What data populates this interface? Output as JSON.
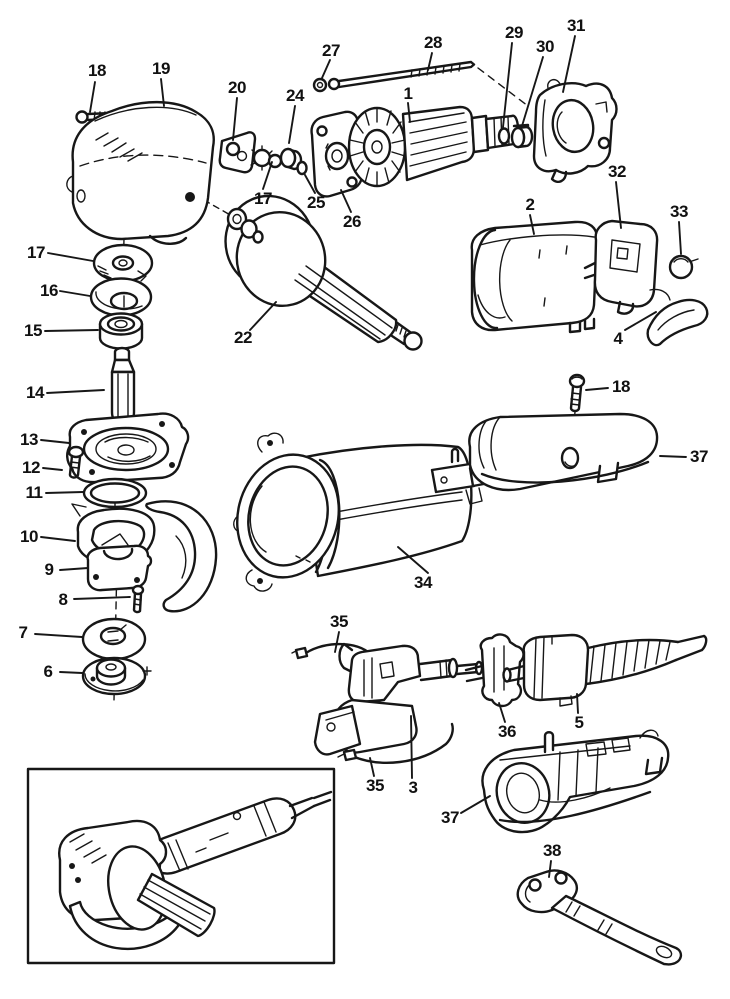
{
  "figure": {
    "type": "exploded-parts-diagram",
    "subject": "angle grinder parts diagram",
    "ink_color": "#171717",
    "paper_color": "#ffffff",
    "part_numbers_visible": [
      "1",
      "2",
      "3",
      "4",
      "5",
      "6",
      "7",
      "8",
      "9",
      "10",
      "11",
      "12",
      "13",
      "14",
      "15",
      "16",
      "17",
      "18",
      "19",
      "20",
      "22",
      "24",
      "25",
      "26",
      "27",
      "28",
      "29",
      "30",
      "31",
      "32",
      "33",
      "34",
      "35",
      "36",
      "37",
      "38"
    ]
  },
  "labels": [
    {
      "text": "18"
    },
    {
      "text": "19"
    },
    {
      "text": "20"
    },
    {
      "text": "24"
    },
    {
      "text": "27"
    },
    {
      "text": "28"
    },
    {
      "text": "1"
    },
    {
      "text": "29"
    },
    {
      "text": "30"
    },
    {
      "text": "31"
    },
    {
      "text": "17"
    },
    {
      "text": "25"
    },
    {
      "text": "26"
    },
    {
      "text": "2"
    },
    {
      "text": "32"
    },
    {
      "text": "33"
    },
    {
      "text": "4"
    },
    {
      "text": "17"
    },
    {
      "text": "16"
    },
    {
      "text": "15"
    },
    {
      "text": "14"
    },
    {
      "text": "13"
    },
    {
      "text": "12"
    },
    {
      "text": "11"
    },
    {
      "text": "10"
    },
    {
      "text": "9"
    },
    {
      "text": "8"
    },
    {
      "text": "7"
    },
    {
      "text": "6"
    },
    {
      "text": "22"
    },
    {
      "text": "34"
    },
    {
      "text": "18"
    },
    {
      "text": "37"
    },
    {
      "text": "35"
    },
    {
      "text": "35"
    },
    {
      "text": "3"
    },
    {
      "text": "36"
    },
    {
      "text": "5"
    },
    {
      "text": "37"
    },
    {
      "text": "38"
    }
  ]
}
